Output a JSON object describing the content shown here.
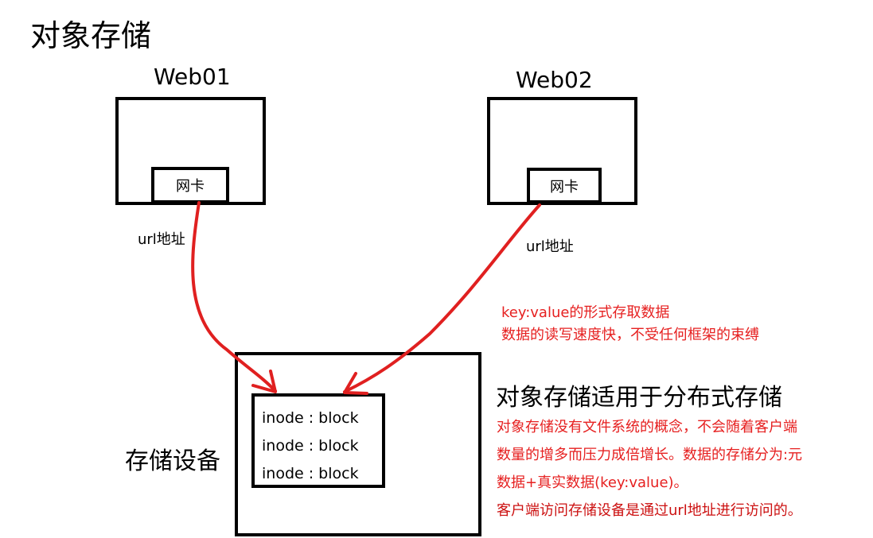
{
  "title": "对象存储",
  "servers": [
    {
      "label": "Web01",
      "nic": "网卡",
      "url_label": "url地址"
    },
    {
      "label": "Web02",
      "nic": "网卡",
      "url_label": "url地址"
    }
  ],
  "notes": [
    "key:value的形式存取数据",
    "数据的读写速度快，不受任何框架的束缚"
  ],
  "storage": {
    "label": "存储设备",
    "entries": [
      "inode : block",
      "inode : block",
      "inode : block"
    ]
  },
  "description": {
    "heading": "对象存储适用于分布式存储",
    "lines": [
      "对象存储没有文件系统的概念，不会随着客户端",
      "数量的增多而压力成倍增长。数据的存储分为:元",
      "数据+真实数据(key:value)。",
      "客户端访问存储设备是通过url地址进行访问的。"
    ]
  },
  "colors": {
    "arrow": "#e02020",
    "note_text": "#e62020",
    "border": "#000000"
  }
}
